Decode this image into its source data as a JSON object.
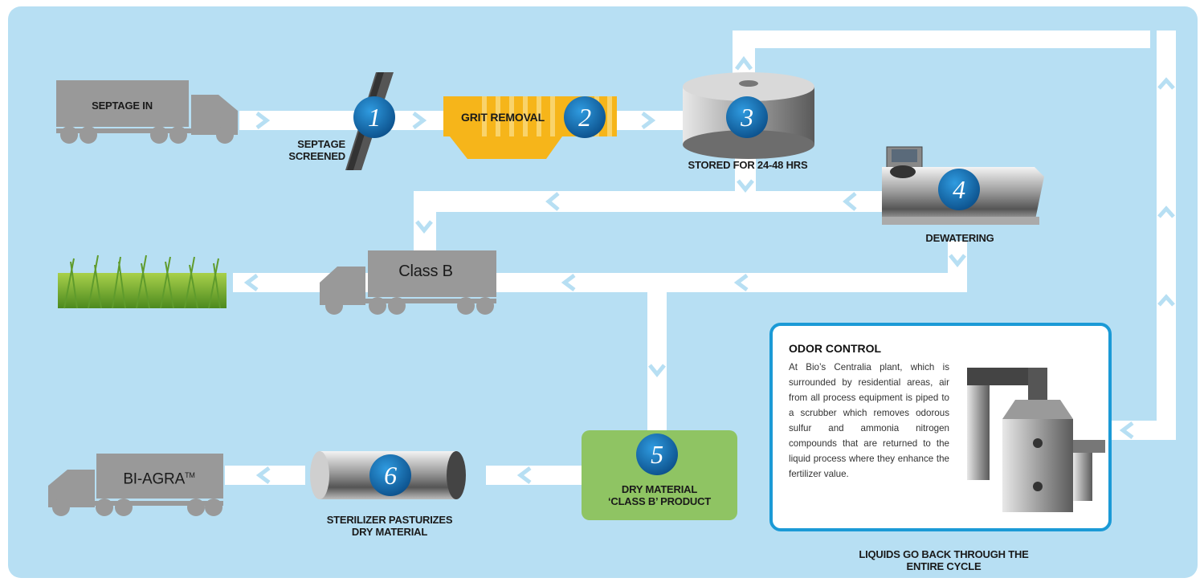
{
  "steps": [
    {
      "num": "1",
      "label": "SEPTAGE SCREENED"
    },
    {
      "num": "2",
      "label": "GRIT REMOVAL"
    },
    {
      "num": "3",
      "label": "STORED FOR 24-48 HRS"
    },
    {
      "num": "4",
      "label": "DEWATERING"
    },
    {
      "num": "5",
      "label_line1": "DRY MATERIAL",
      "label_line2": "‘CLASS B’ PRODUCT"
    },
    {
      "num": "6",
      "label_line1": "STERILIZER PASTURIZES",
      "label_line2": "DRY MATERIAL"
    }
  ],
  "trucks": {
    "septage_in": "SEPTAGE IN",
    "class_b": "Class B",
    "bi_agra": "BI-AGRA",
    "bi_agra_mark": "TM"
  },
  "septage_screened_line1": "SEPTAGE",
  "septage_screened_line2": "SCREENED",
  "odor_control": {
    "title": "ODOR CONTROL",
    "body": "At Bio’s Centralia plant, which is surrounded by residential areas, air from all process equipment is piped to a scrubber which removes odorous sulfur and ammonia nitrogen compounds that are returned to the liquid process where they enhance the fertilizer value."
  },
  "liquids_line1": "LIQUIDS GO BACK THROUGH THE",
  "liquids_line2": "ENTIRE CYCLE",
  "colors": {
    "background": "#b7dff3",
    "arrow_fill": "#ffffff",
    "arrow_chevron": "#b7dff3",
    "number_badge": "#1578b8",
    "grit_yellow": "#f6b51a",
    "class_b_green": "#8fc463",
    "truck_gray": "#999999",
    "odor_border": "#1b9ad6"
  }
}
